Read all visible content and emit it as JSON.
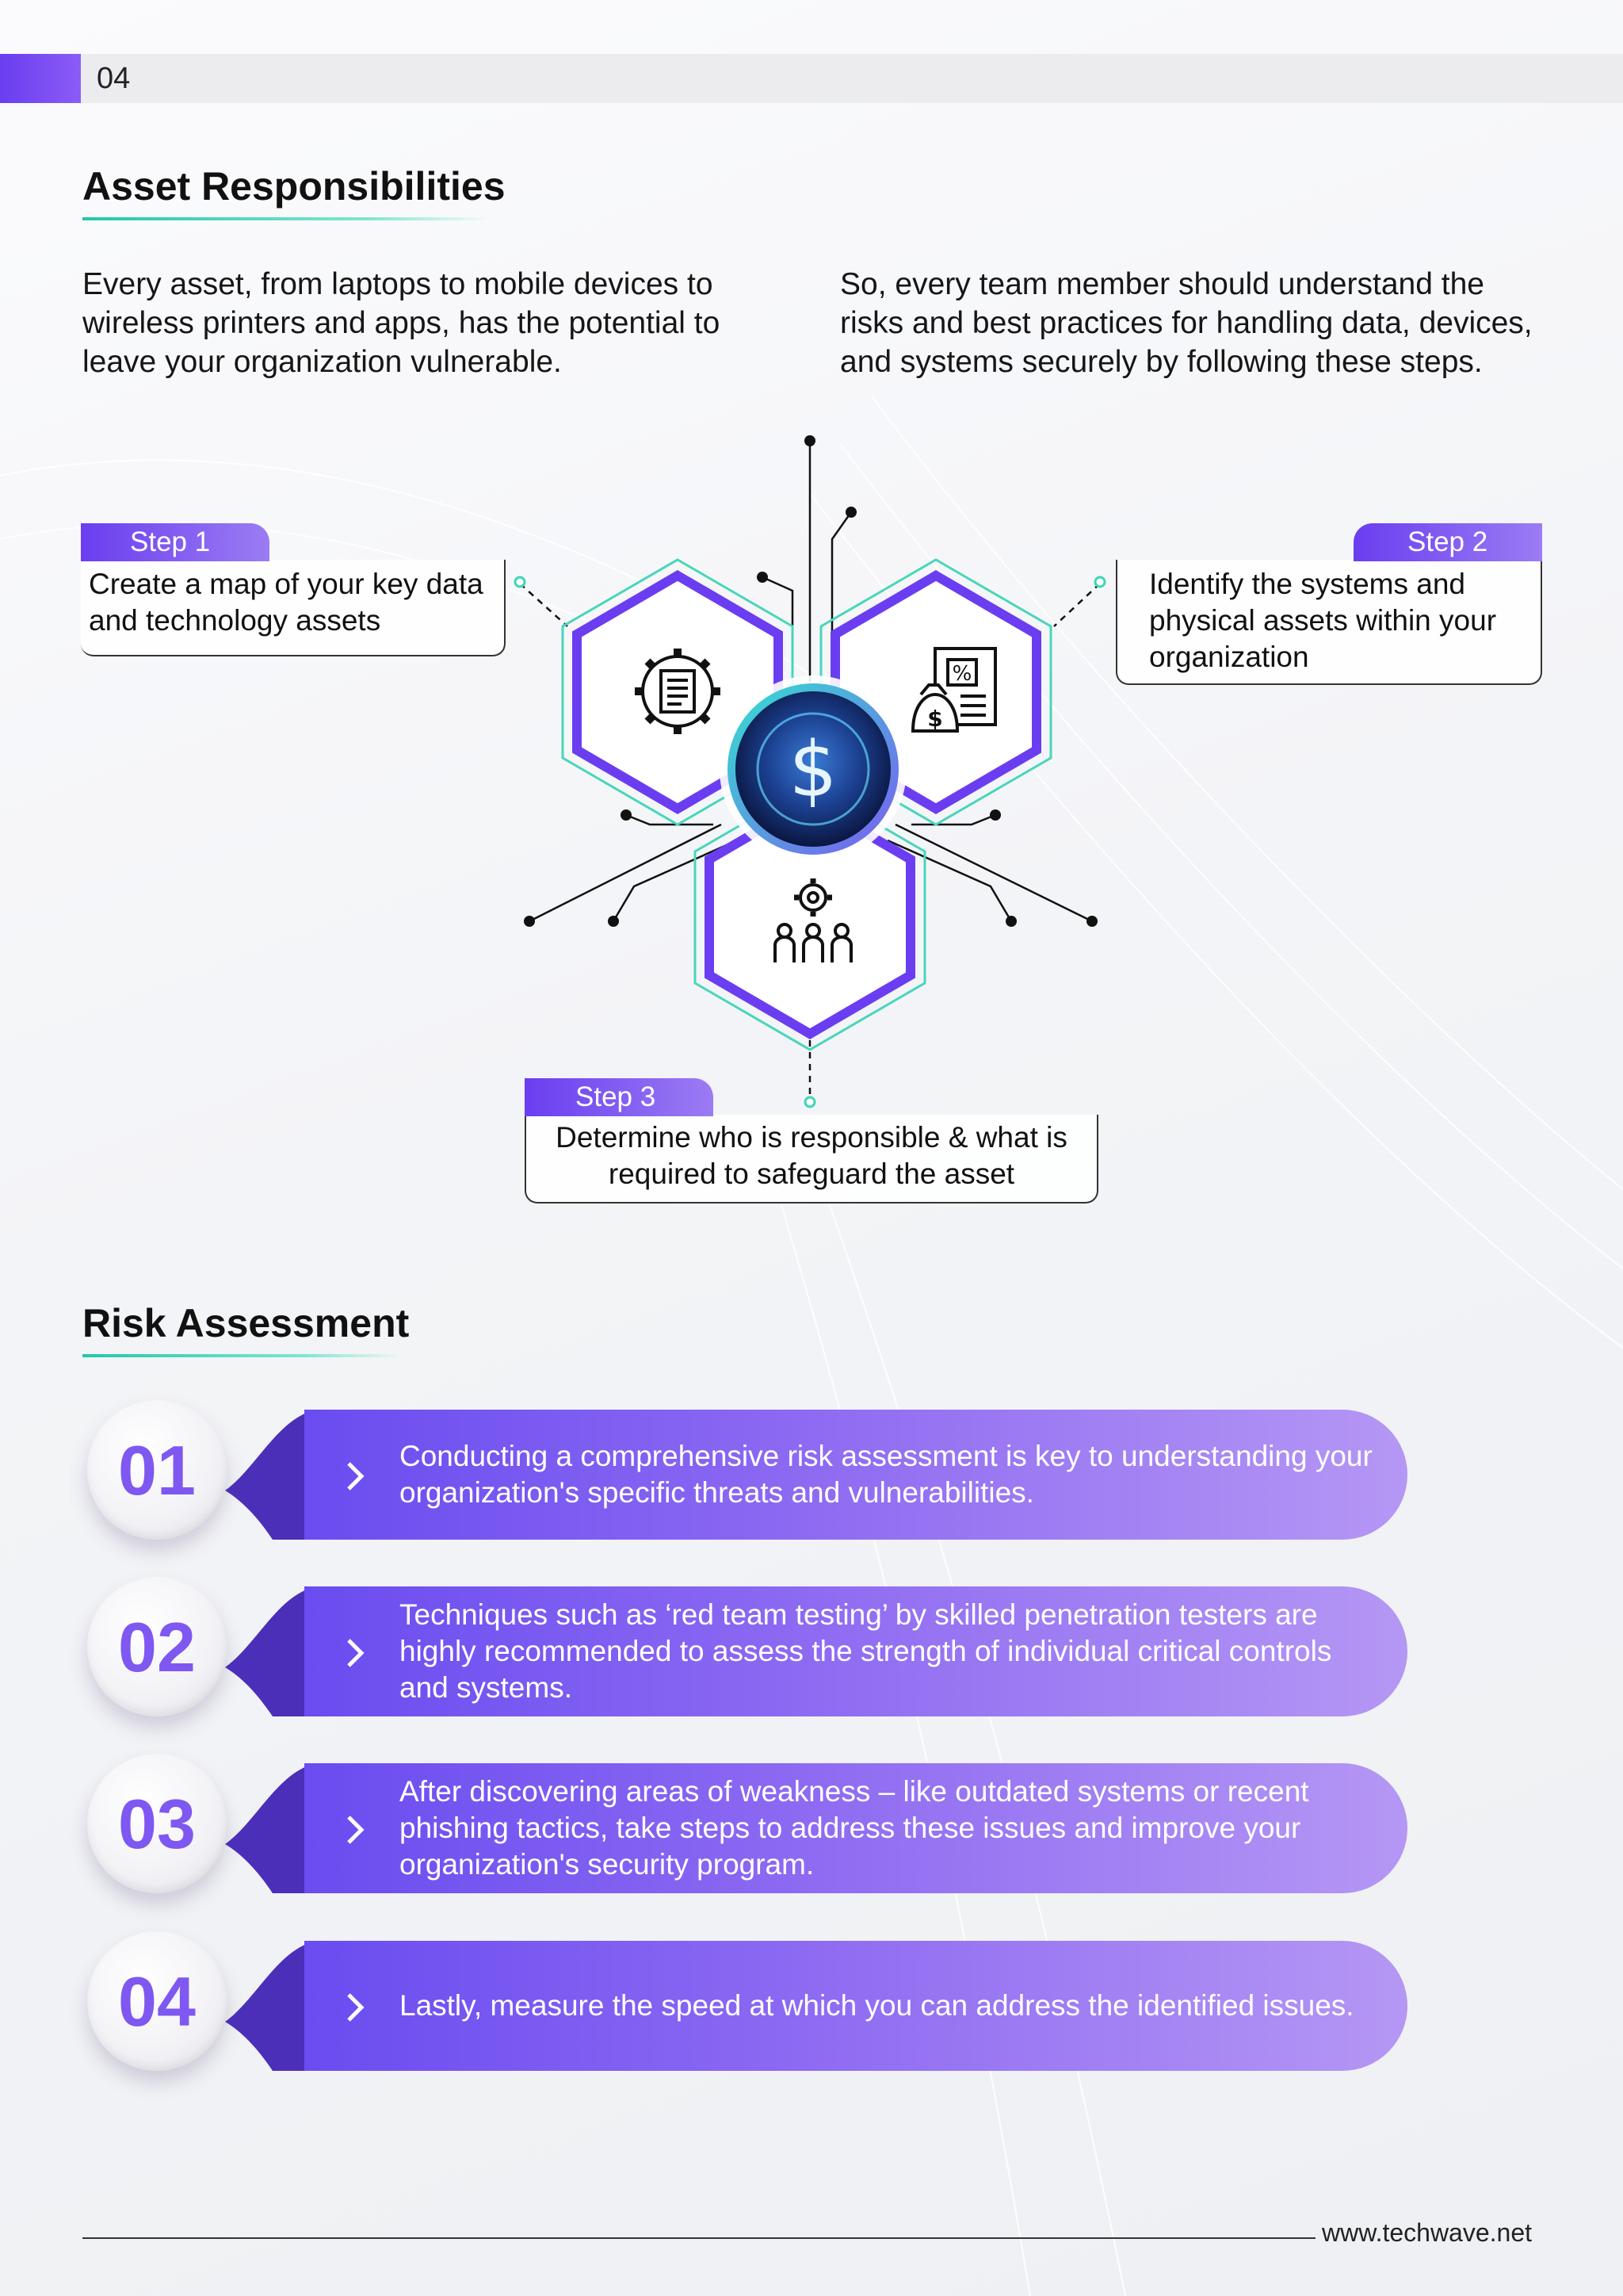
{
  "header": {
    "page_number": "04"
  },
  "asset": {
    "title": "Asset Responsibilities",
    "intro_left": "Every asset, from laptops to mobile devices to wireless printers and apps, has the potential to leave your organization vulnerable.",
    "intro_right": "So, every team member should understand the risks and best practices for handling data, devices, and systems securely by following these steps.",
    "steps": [
      {
        "label": "Step 1",
        "text": "Create a map of your key data and technology assets"
      },
      {
        "label": "Step 2",
        "text": "Identify the systems and physical assets within your organization"
      },
      {
        "label": "Step 3",
        "text": "Determine who is responsible & what is required to safeguard the asset"
      }
    ],
    "center_symbol": "$",
    "icons": [
      "gear-document-icon",
      "finance-report-icon",
      "team-settings-icon"
    ]
  },
  "risk": {
    "title": "Risk Assessment",
    "items": [
      {
        "num": "01",
        "text": "Conducting a comprehensive risk assessment is key to understanding your organization's specific threats and vulnerabilities."
      },
      {
        "num": "02",
        "text": "Techniques such as ‘red team testing’ by skilled penetration testers are highly recommended to assess the strength of individual critical controls and systems."
      },
      {
        "num": "03",
        "text": "After discovering areas of weakness – like outdated systems or recent phishing tactics, take steps to address these issues and improve your organization's security program."
      },
      {
        "num": "04",
        "text": "Lastly, measure the speed at which you can address the identified issues."
      }
    ]
  },
  "footer": {
    "url": "www.techwave.net"
  },
  "colors": {
    "accent": "#6a3ef0",
    "accent_light": "#b597f4",
    "teal": "#22c7a9"
  }
}
